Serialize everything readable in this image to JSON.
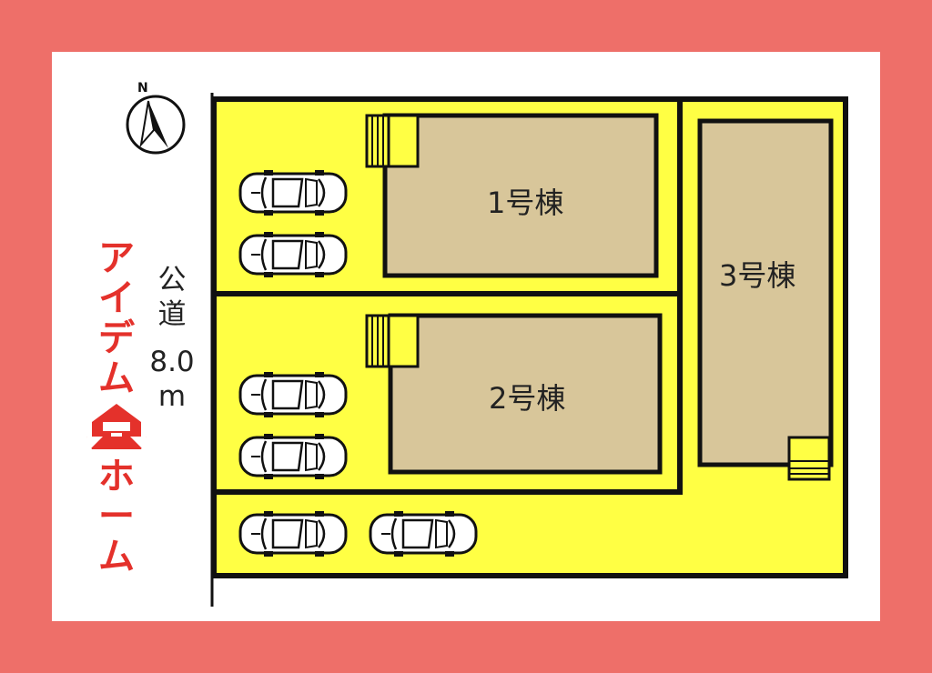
{
  "buildings": [
    {
      "id": "building-1",
      "label": "1号棟"
    },
    {
      "id": "building-2",
      "label": "2号棟"
    },
    {
      "id": "building-3",
      "label": "3号棟"
    }
  ],
  "road": {
    "line1": "公",
    "line2": "道",
    "line3": "8.0",
    "line4": "m"
  },
  "compass": {
    "letter": "N"
  },
  "brand": {
    "top": [
      "ア",
      "イ",
      "デ",
      "ム"
    ],
    "bottom": [
      "ホ",
      "ー",
      "ム"
    ]
  },
  "colors": {
    "border": "#ee6f69",
    "lot": "#ffff44",
    "building": "#d8c69a",
    "outline": "#111111",
    "brand": "#e4312b"
  }
}
